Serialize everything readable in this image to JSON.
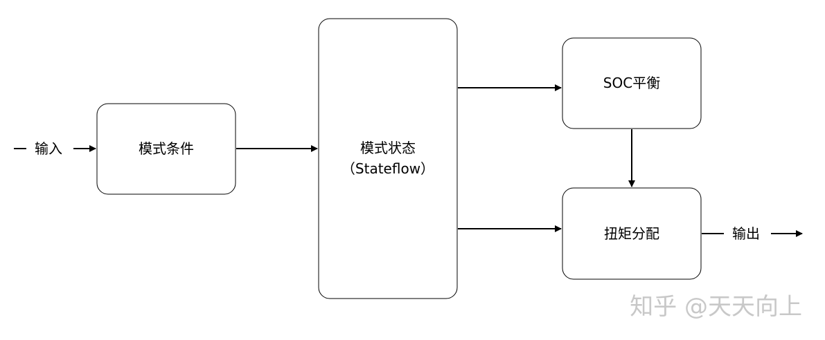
{
  "nodes": {
    "mode_condition": "模式条件",
    "mode_state": "模式状态",
    "mode_state_sub": "（Stateflow）",
    "soc_balance": "SOC平衡",
    "torque_distribution": "扭矩分配"
  },
  "io": {
    "input_label": "输入",
    "output_label": "输出"
  },
  "watermark": "知乎 @天天向上"
}
